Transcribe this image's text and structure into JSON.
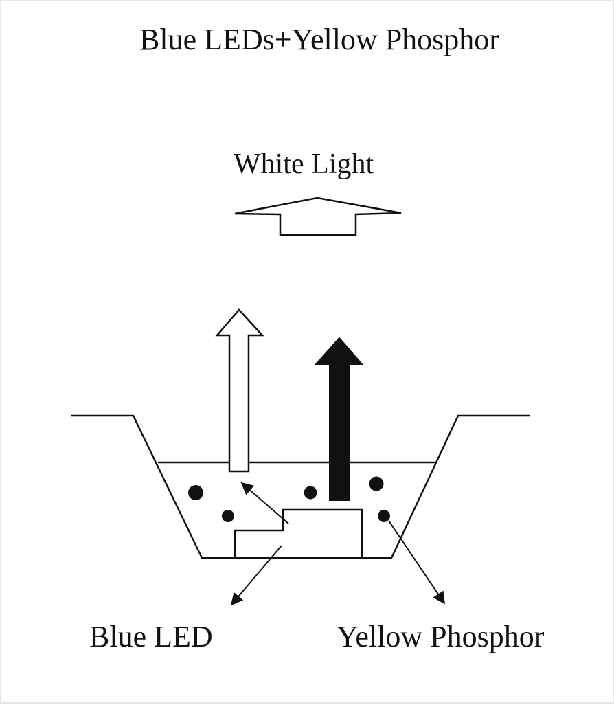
{
  "title": "Blue LEDs+Yellow Phosphor",
  "labels": {
    "white_light": "White Light",
    "blue_led": "Blue LED",
    "yellow_phosphor": "Yellow Phosphor"
  },
  "colors": {
    "line": "#111111",
    "background": "#ffffff"
  }
}
